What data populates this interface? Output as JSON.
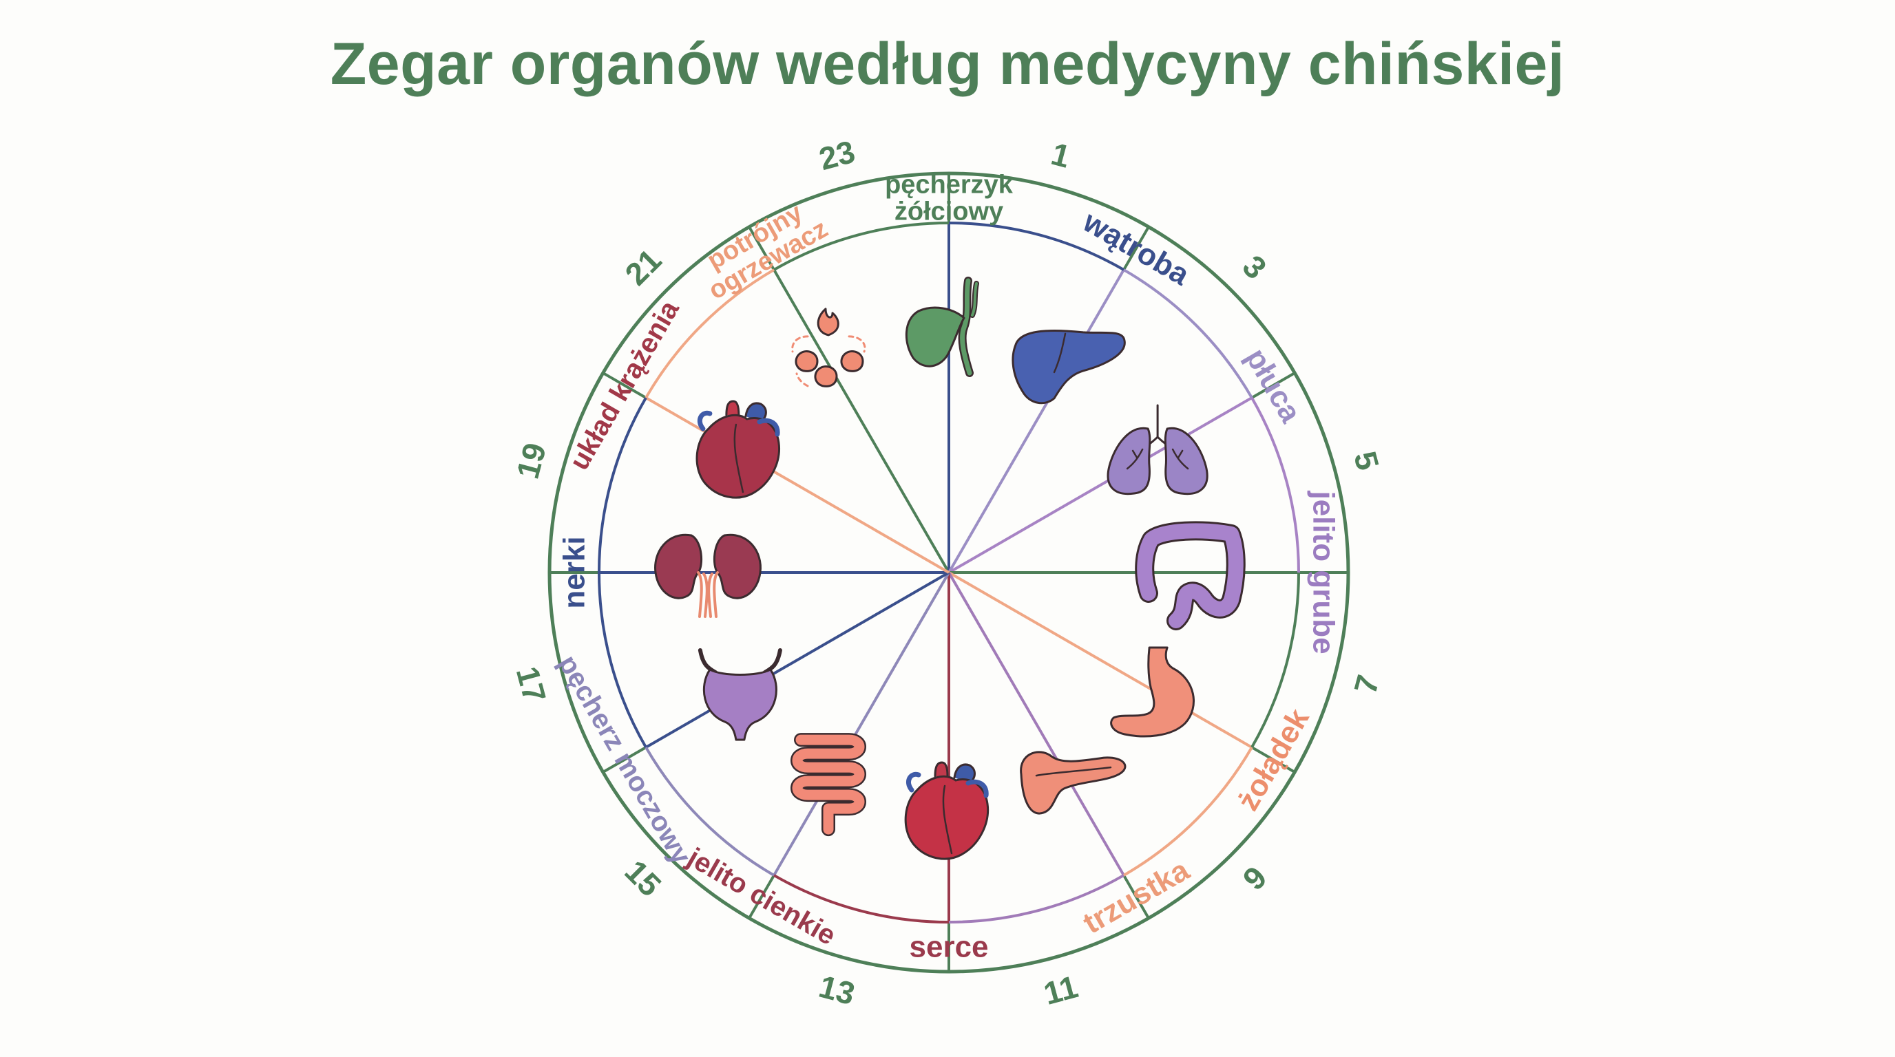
{
  "title": "Zegar organów według medycyny chińskiej",
  "clock": {
    "frame_color": "#4e7f58",
    "hours": [
      "1",
      "3",
      "5",
      "7",
      "9",
      "11",
      "13",
      "15",
      "17",
      "19",
      "21",
      "23"
    ],
    "segments": [
      {
        "lines": [
          "pęcherzyk",
          "żółciowy"
        ],
        "organ": "gallbladder",
        "icon": "gallbladder-icon",
        "color": "#4e7f58",
        "label_color": "#4e7f58"
      },
      {
        "lines": [
          "wątroba"
        ],
        "organ": "liver",
        "icon": "liver-icon",
        "color": "#3a4f8c",
        "label_color": "#3a4f8c"
      },
      {
        "lines": [
          "płuca"
        ],
        "organ": "lungs",
        "icon": "lungs-icon",
        "color": "#9b8ec4",
        "label_color": "#9b8ec4"
      },
      {
        "lines": [
          "jelito grube"
        ],
        "organ": "large-intestine",
        "icon": "large-intestine-icon",
        "color": "#a783c4",
        "label_color": "#9b7cc0"
      },
      {
        "lines": [
          "żołądek"
        ],
        "organ": "stomach",
        "icon": "stomach-icon",
        "color": "#4e7f58",
        "label_color": "#ec8e6c"
      },
      {
        "lines": [
          "trzustka"
        ],
        "organ": "pancreas",
        "icon": "pancreas-icon",
        "color": "#f0a785",
        "label_color": "#ec9b78"
      },
      {
        "lines": [
          "serce"
        ],
        "organ": "heart",
        "icon": "heart-icon",
        "color": "#a17bb8",
        "label_color": "#9a3a4c"
      },
      {
        "lines": [
          "jelito cienkie"
        ],
        "organ": "small-intestine",
        "icon": "small-intestine-icon",
        "color": "#9a3a4c",
        "label_color": "#9a3a4c"
      },
      {
        "lines": [
          "pęcherz moczowy"
        ],
        "organ": "bladder",
        "icon": "bladder-icon",
        "color": "#8e88b8",
        "label_color": "#8b86b8"
      },
      {
        "lines": [
          "nerki"
        ],
        "organ": "kidneys",
        "icon": "kidneys-icon",
        "color": "#3a4f8c",
        "label_color": "#3a4f8c"
      },
      {
        "lines": [
          "układ krążenia"
        ],
        "organ": "circulation",
        "icon": "circulatory-heart-icon",
        "color": "#3a4f8c",
        "label_color": "#a13848"
      },
      {
        "lines": [
          "potrójny",
          "ogrzewacz"
        ],
        "organ": "triple-burner",
        "icon": "triple-burner-icon",
        "color": "#f0a785",
        "label_color": "#ec9b78"
      }
    ]
  }
}
